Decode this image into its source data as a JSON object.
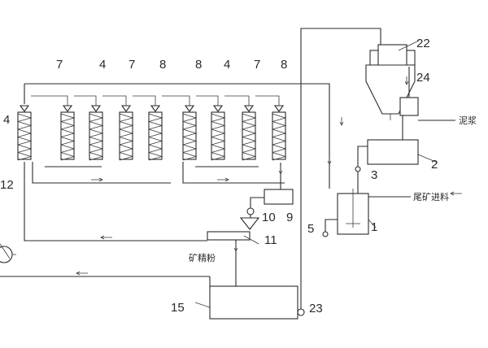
{
  "labels": {
    "l1": "1",
    "l2": "2",
    "l3": "3",
    "l4a": "4",
    "l4b": "4",
    "l4c": "4",
    "l5": "5",
    "l7a": "7",
    "l7b": "7",
    "l7c": "7",
    "l8a": "8",
    "l8b": "8",
    "l8c": "8",
    "l9": "9",
    "l10": "10",
    "l11": "11",
    "l12": "12",
    "l15": "15",
    "l22": "22",
    "l23": "23",
    "l24": "24"
  },
  "text": {
    "mud": "泥浆",
    "tailings_feed": "尾矿进料",
    "concentrate": "矿精粉"
  },
  "icons": [
    "arrow-icon",
    "valve-icon",
    "pump-icon"
  ]
}
